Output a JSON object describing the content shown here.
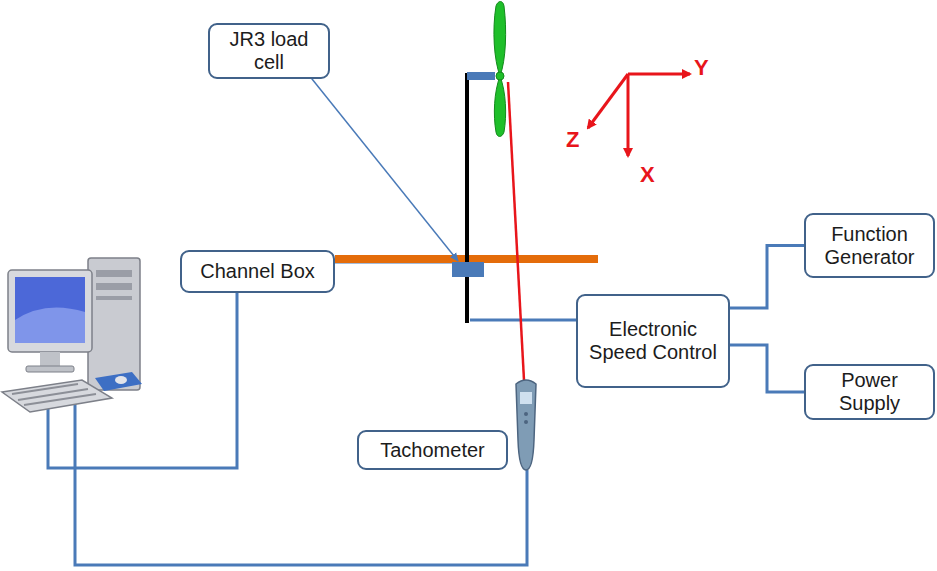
{
  "diagram": {
    "nodes": [
      {
        "text": [
          "JR3 load cell"
        ]
      },
      {
        "text": [
          "Function Generator"
        ]
      },
      {
        "text": [
          "Channel Box"
        ]
      },
      {
        "text": [
          "Electronic Speed Control"
        ]
      },
      {
        "text": [
          "Power Supply"
        ]
      },
      {
        "text": [
          "Tachometer"
        ]
      }
    ],
    "edges": [
      {
        "from": 3,
        "to": 1,
        "arrow": "none"
      },
      {
        "from": 3,
        "to": 4,
        "arrow": "none"
      }
    ],
    "labels": [
      "Y",
      "Z",
      "X"
    ]
  }
}
